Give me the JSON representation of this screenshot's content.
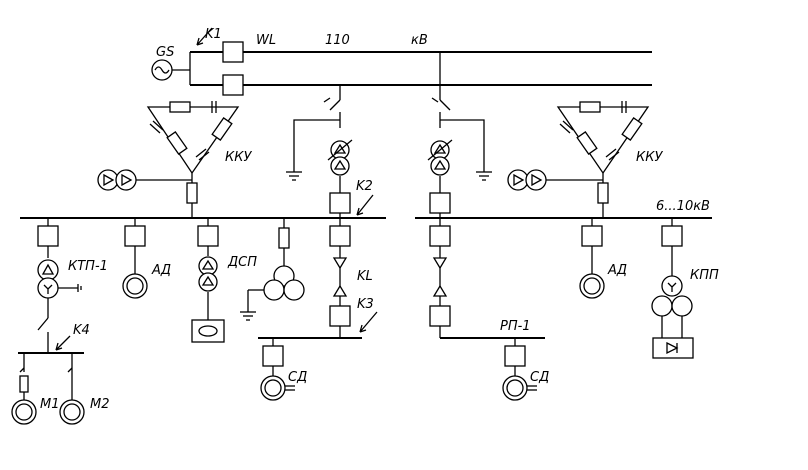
{
  "labels": {
    "gs": "GS",
    "k1": "K1",
    "wl": "WL",
    "voltage_110": "110",
    "kv_unit": "кВ",
    "kku_left": "ККУ",
    "kku_right": "ККУ",
    "k2": "K2",
    "bus_6_10": "6...10кВ",
    "ktp1": "КТП-1",
    "ad_left": "АД",
    "dsp": "ДСП",
    "kl": "KL",
    "k3": "K3",
    "k4": "K4",
    "rp1": "РП-1",
    "ad_right": "АД",
    "kpp": "КПП",
    "sd_left": "СД",
    "sd_right": "СД",
    "m1": "M1",
    "m2": "M2"
  }
}
